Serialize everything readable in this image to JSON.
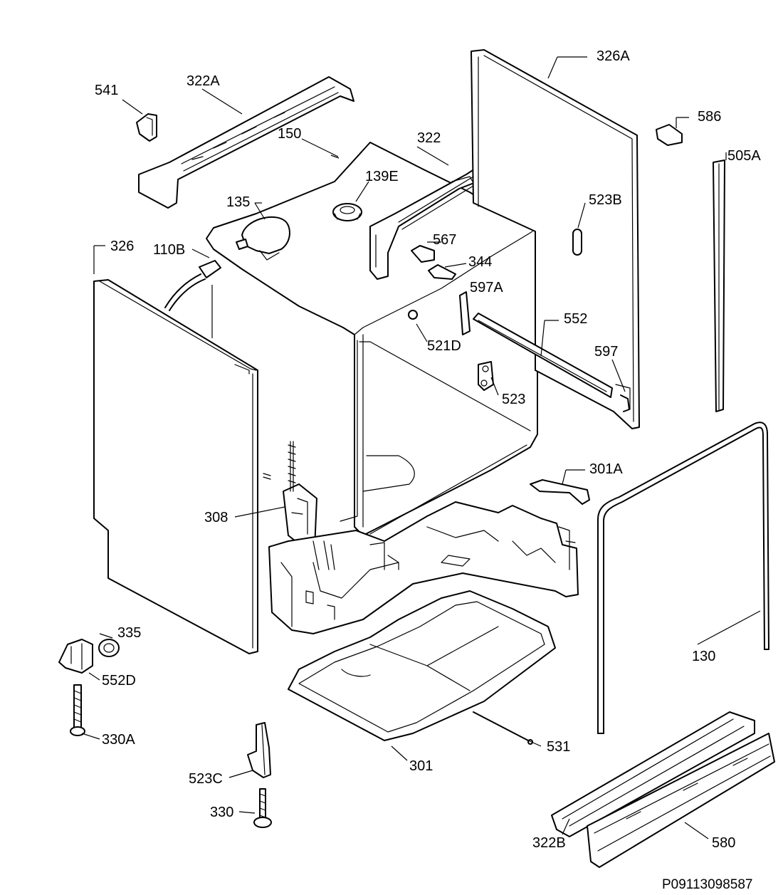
{
  "diagram": {
    "reference": "P09113098587",
    "labels": {
      "l541": "541",
      "l322A": "322A",
      "l150": "150",
      "l322": "322",
      "l326A": "326A",
      "l586": "586",
      "l505A": "505A",
      "l139E": "139E",
      "l135": "135",
      "l523B": "523B",
      "l326": "326",
      "l110B": "110B",
      "l567": "567",
      "l344": "344",
      "l597A": "597A",
      "l552": "552",
      "l521D": "521D",
      "l597": "597",
      "l523": "523",
      "l301A": "301A",
      "l308": "308",
      "l335": "335",
      "l552D": "552D",
      "l130": "130",
      "l330A": "330A",
      "l531": "531",
      "l301": "301",
      "l523C": "523C",
      "l330": "330",
      "l322B": "322B",
      "l580": "580"
    }
  }
}
